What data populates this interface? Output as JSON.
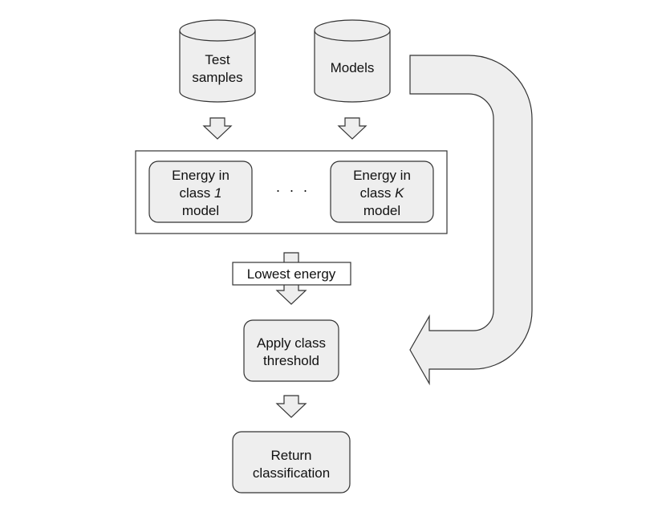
{
  "nodes": {
    "test_samples": {
      "line1": "Test",
      "line2": "samples"
    },
    "models": {
      "label": "Models"
    },
    "energy_class_1": {
      "line1": "Energy in",
      "line2_prefix": "class ",
      "line2_var": "1",
      "line3": "model"
    },
    "ellipsis": "· · ·",
    "energy_class_k": {
      "line1": "Energy in",
      "line2_prefix": "class ",
      "line2_var": "K",
      "line3": "model"
    },
    "lowest_energy": {
      "label": "Lowest energy"
    },
    "apply_threshold": {
      "line1": "Apply class",
      "line2": "threshold"
    },
    "return_classification": {
      "line1": "Return",
      "line2": "classification"
    }
  },
  "colors": {
    "node_fill": "#eeeeee",
    "stroke": "#333333",
    "text": "#111111",
    "background": "#ffffff"
  }
}
